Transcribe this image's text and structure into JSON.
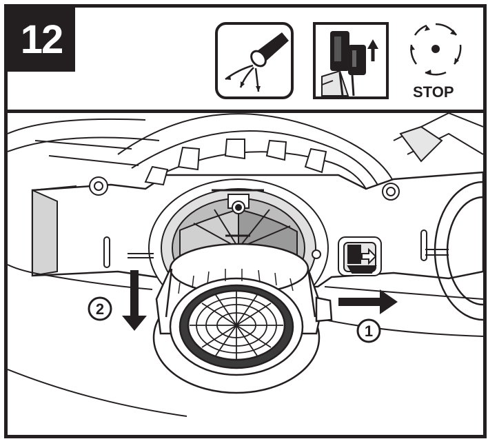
{
  "step": {
    "number": "12"
  },
  "icons": {
    "spark_plug_icon": "spark-plug-icon",
    "battery_removal_icon": "battery-removal-icon",
    "stop_icon": "stop-rotation-icon",
    "stop_label": "STOP"
  },
  "callouts": [
    {
      "id": "callout-1",
      "label": "1"
    },
    {
      "id": "callout-2",
      "label": "2"
    }
  ],
  "colors": {
    "ink": "#231f20",
    "paper": "#ffffff",
    "shade": "#e6e6e6"
  }
}
